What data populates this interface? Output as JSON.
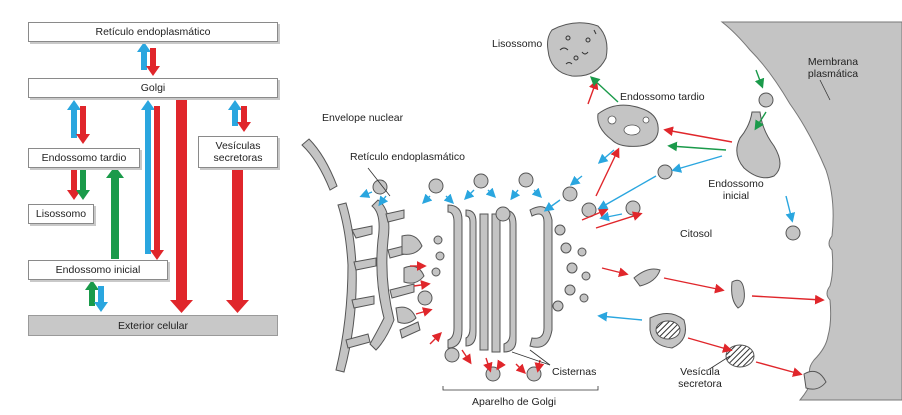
{
  "flowchart": {
    "boxes": {
      "er": "Retículo endoplasmático",
      "golgi": "Golgi",
      "late_endosome": "Endossomo tardio",
      "secretory_vesicles": "Vesículas secretoras",
      "lysosome": "Lisossomo",
      "early_endosome": "Endossomo inicial",
      "cell_exterior": "Exterior celular"
    }
  },
  "illustration": {
    "labels": {
      "lysosome": "Lisossomo",
      "late_endosome": "Endossomo tardio",
      "plasma_membrane": "Membrana plasmática",
      "nuclear_envelope": "Envelope nuclear",
      "er": "Retículo endoplasmático",
      "early_endosome": "Endossomo inicial",
      "cytosol": "Citosol",
      "cisternae": "Cisternas",
      "secretory_vesicle": "Vesícula secretora",
      "golgi_apparatus": "Aparelho de Golgi"
    }
  },
  "colors": {
    "red": "#e0262b",
    "blue": "#2aa6df",
    "green": "#1a9a4a",
    "organelle_fill": "#c4c4c4",
    "organelle_stroke": "#555555"
  }
}
